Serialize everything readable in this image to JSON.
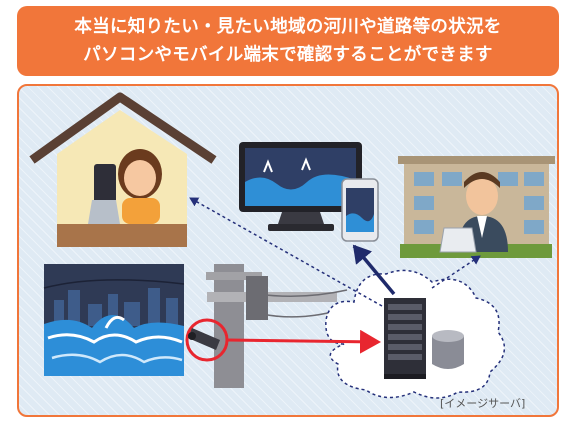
{
  "banner": {
    "line1": "本当に知りたい・見たい地域の河川や道路等の状況を",
    "line2": "パソコンやモバイル端末で確認することができます"
  },
  "caption": "[イメージサーバ]",
  "colors": {
    "accent": "#f1763a",
    "panel_bg": "#dfeaf4",
    "arrow_red": "#e8262f",
    "arrow_navy": "#1f2a6b",
    "dotted_arrow": "#25307a"
  },
  "icons": [
    "house-icon",
    "person-with-laptop-icon",
    "desktop-monitor-icon",
    "smartphone-icon",
    "office-building-icon",
    "office-worker-icon",
    "river-flood-scene-icon",
    "surveillance-camera-icon",
    "utility-pole-icon",
    "cloud-icon",
    "server-rack-icon",
    "database-icon"
  ]
}
